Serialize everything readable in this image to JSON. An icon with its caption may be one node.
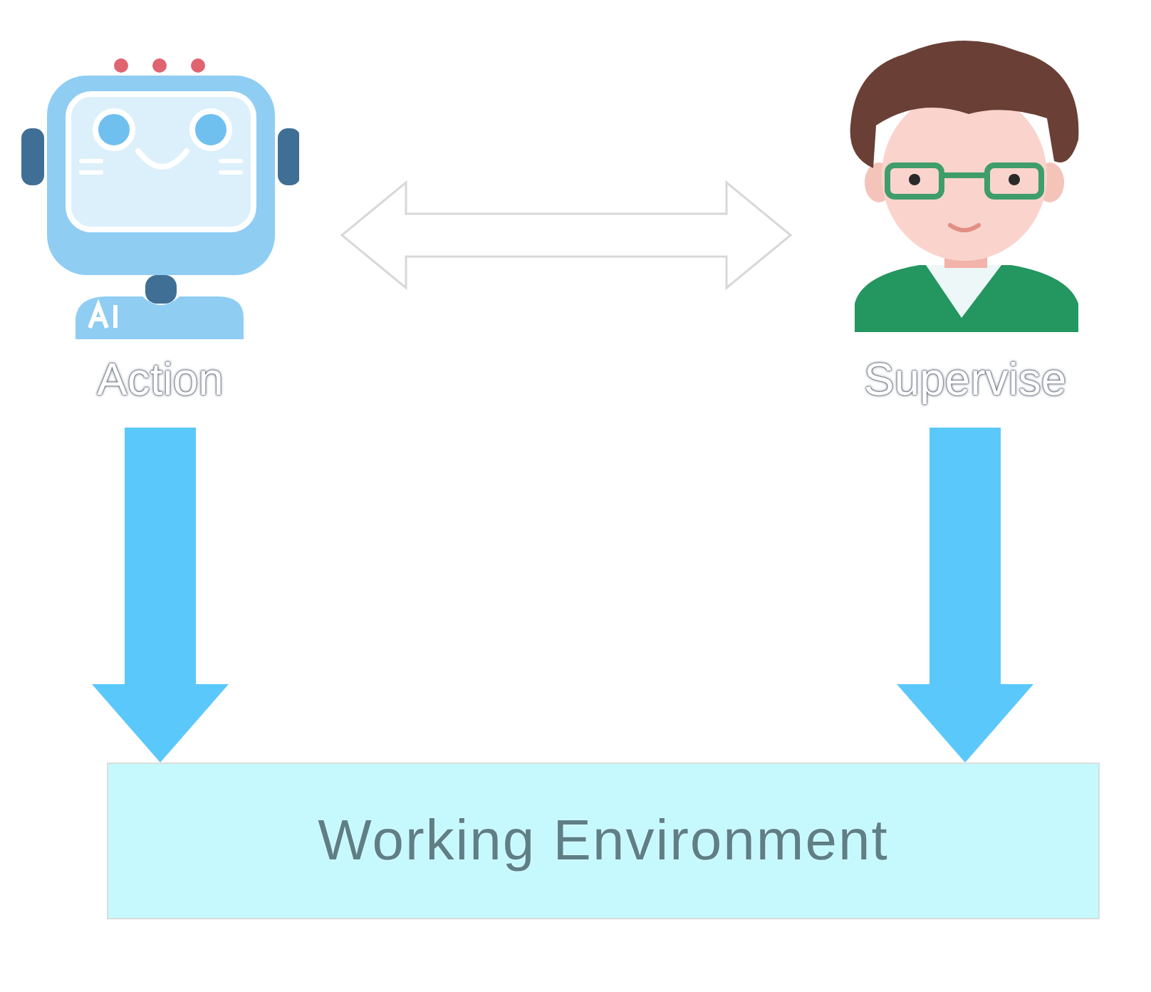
{
  "diagram": {
    "nodes": [
      {
        "text": [
          "Action"
        ]
      },
      {
        "text": [
          "Supervise"
        ]
      },
      {
        "text": [
          "Working Environment"
        ]
      }
    ],
    "edges": [
      {
        "from": 0,
        "to": 1,
        "arrow": "both",
        "style": "thick",
        "color": "#ffffff"
      },
      {
        "from": 0,
        "to": 2,
        "arrow": "to",
        "style": "thick"
      },
      {
        "from": 1,
        "to": 2,
        "arrow": "to",
        "style": "thick"
      }
    ]
  }
}
